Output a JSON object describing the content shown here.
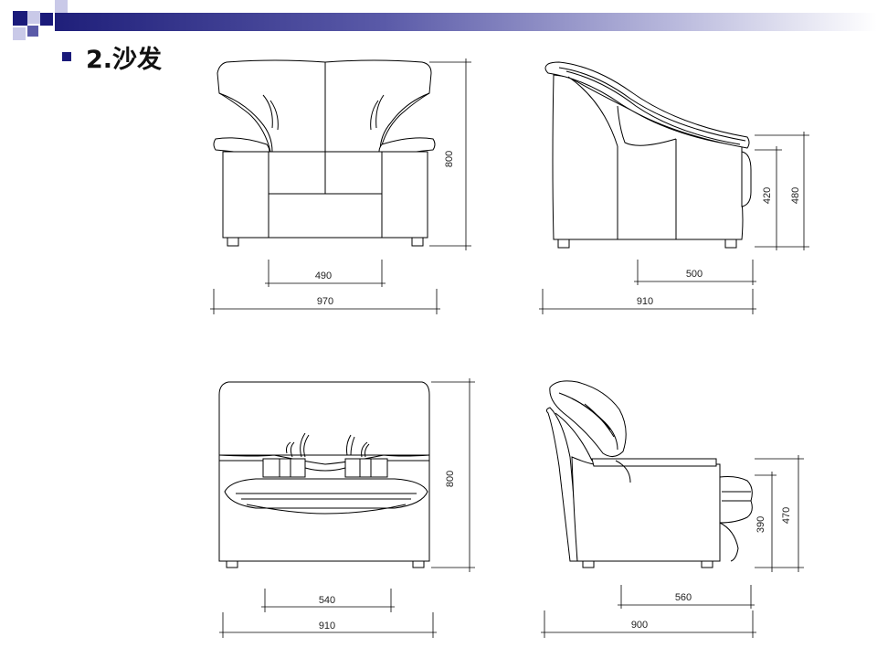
{
  "header": {
    "title": "2.沙发",
    "accent_color": "#1a1a7a"
  },
  "views": {
    "front": {
      "height": "800",
      "seat_width": "490",
      "overall_width": "970"
    },
    "side": {
      "seat_height": "420",
      "arm_height": "480",
      "seat_depth": "500",
      "overall_depth": "910"
    },
    "back": {
      "height": "800",
      "seat_width": "540",
      "overall_width": "910"
    },
    "profile": {
      "seat_height": "390",
      "arm_height": "470",
      "seat_depth": "560",
      "overall_depth": "900"
    }
  }
}
